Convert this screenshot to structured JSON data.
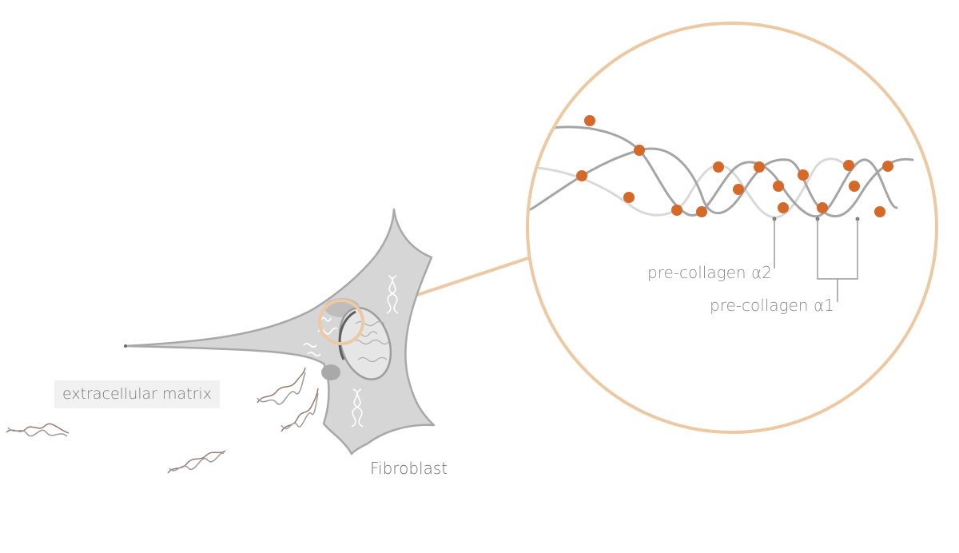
{
  "labels": {
    "extracellular_matrix": "extracellular matrix",
    "fibroblast": "Fibroblast",
    "pre_collagen_d2": "pre-collagen α2",
    "pre_collagen_d1": "pre-collagen α1"
  },
  "colors": {
    "cell_fill": "#d6d6d6",
    "cell_stroke": "#a8a8a8",
    "nucleus_fill": "#e6e6e6",
    "zoom_ring": "#ecc9a2",
    "strand_dark": "#a5a5a5",
    "strand_light": "#d9d9d9",
    "dot_orange": "#d4692a",
    "fiber_brown": "#9a7a6a",
    "fiber_gray": "#9c9c9c"
  }
}
